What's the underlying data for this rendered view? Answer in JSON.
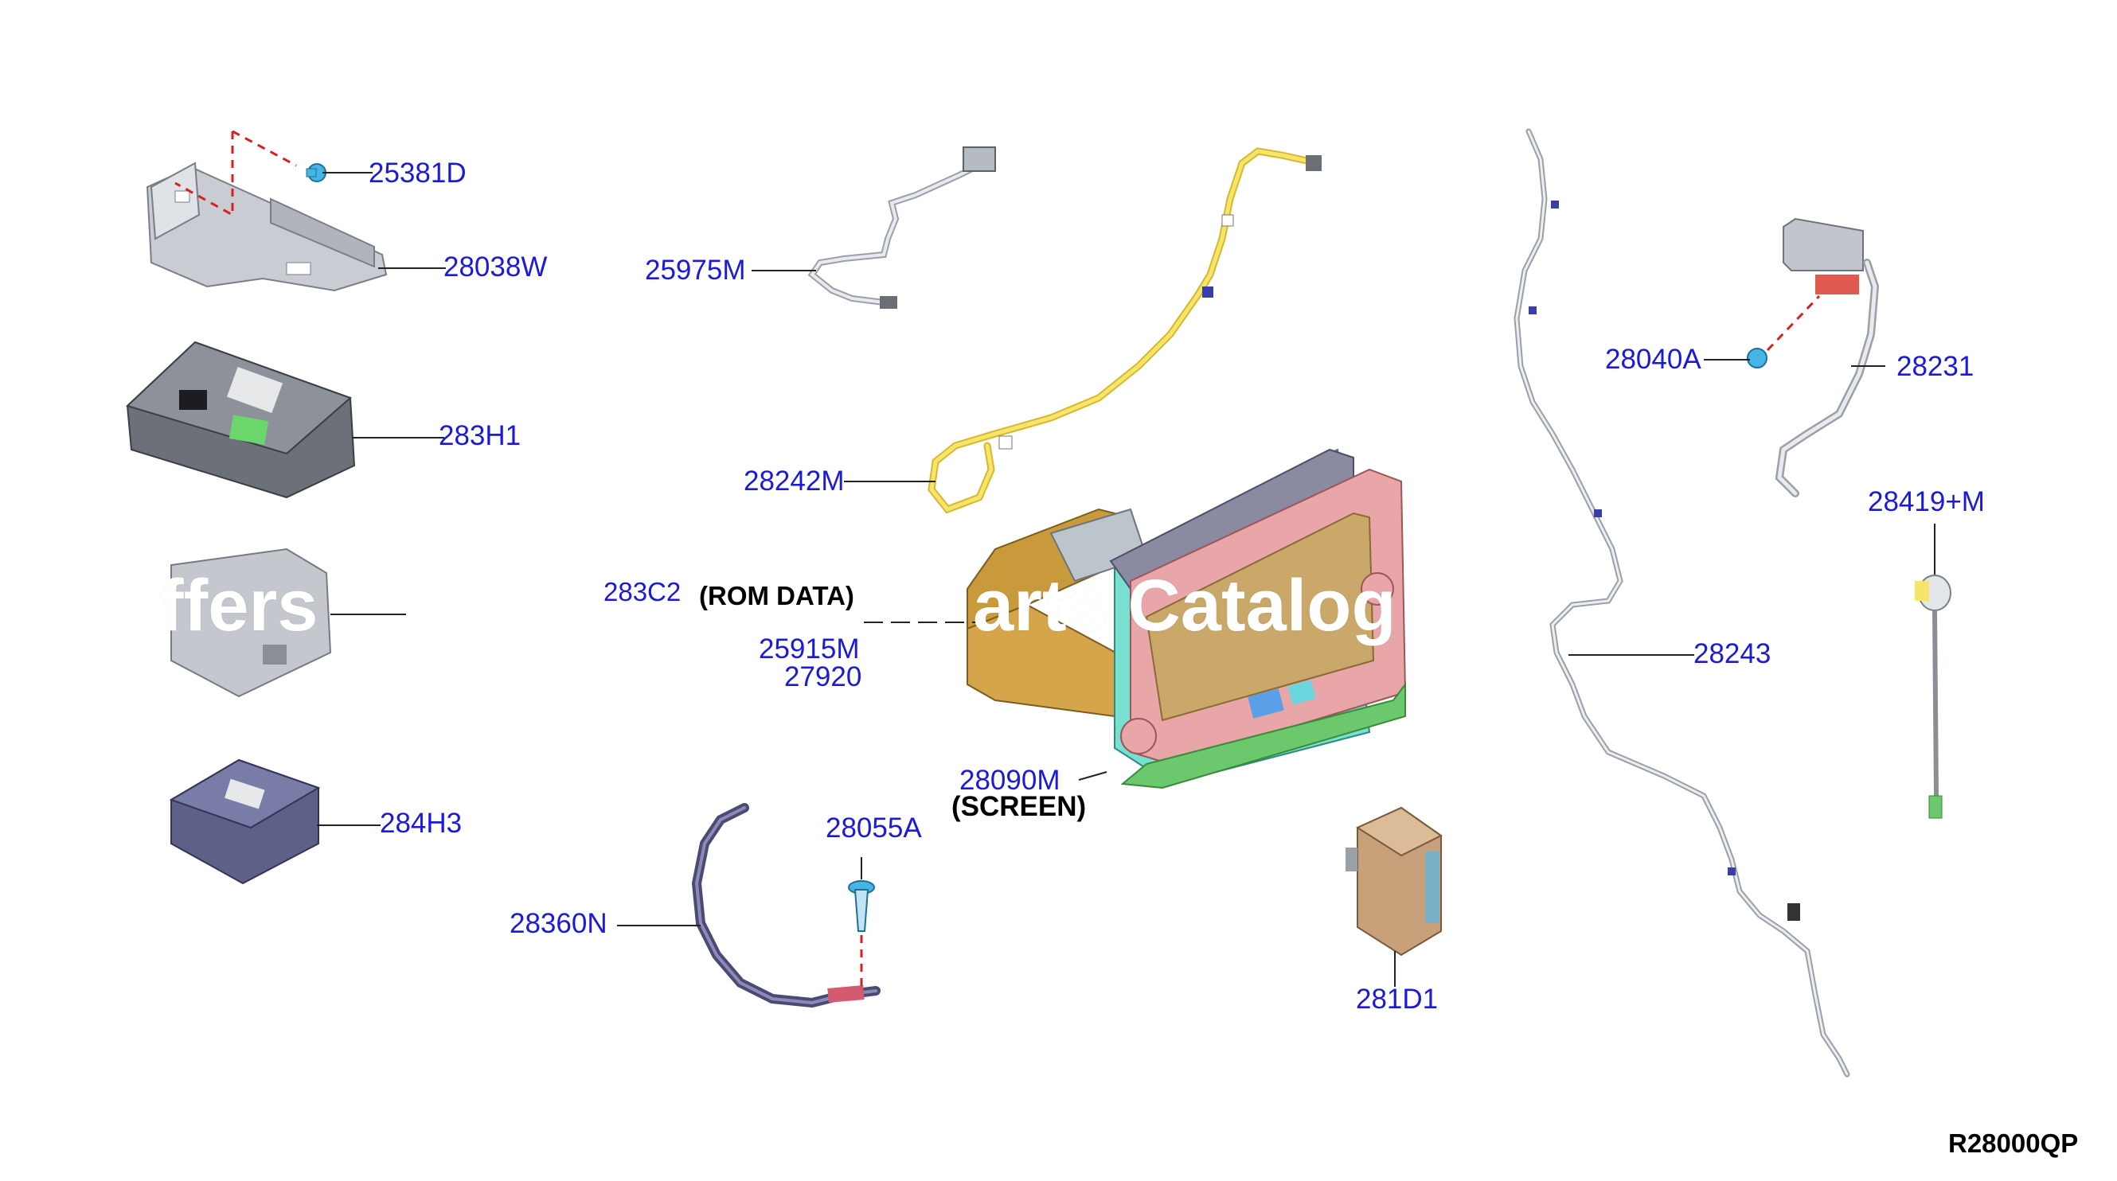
{
  "labels": {
    "p25381D": "25381D",
    "p28038W": "28038W",
    "p283H1": "283H1",
    "p284H3": "284H3",
    "p25975M": "25975M",
    "p28242M": "28242M",
    "p283C2": "283C2",
    "p_rom_data": "(ROM DATA)",
    "p25915M": "25915M",
    "p27920": "27920",
    "p28090M": "28090M",
    "p_screen": "(SCREEN)",
    "p28055A": "28055A",
    "p28360N": "28360N",
    "p281D1": "281D1",
    "p28040A": "28040A",
    "p28231": "28231",
    "p28419M": "28419+M",
    "p28243": "28243"
  },
  "watermark": {
    "left": "ffers",
    "right": "arts Catalog"
  },
  "diagram_code": "R28000QP",
  "colors": {
    "label": "#1a1ad8",
    "leader": "#222222",
    "dashed": "#d22222",
    "part_gray": "#c8ccd2",
    "display_pink": "#e8a6a8",
    "display_screen": "#c9a86a",
    "harness_yellow": "#f0d848",
    "fastener_blue": "#46b4e6"
  }
}
